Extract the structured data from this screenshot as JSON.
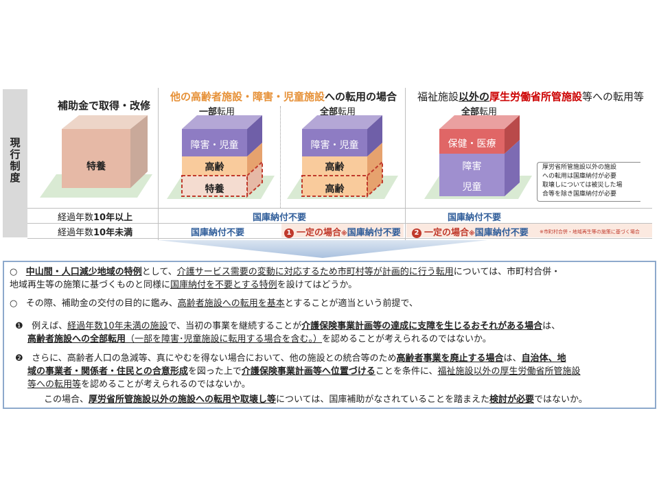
{
  "side_label": "現行制度",
  "headers": {
    "acquire": "補助金で取得・改修",
    "group1": [
      "他の高齢者施設・障害・児童施設",
      "への転用の場合"
    ],
    "group2": [
      "福祉施設",
      "以外の",
      "厚生労働省所管施設",
      "等への転用等"
    ],
    "partial": [
      "一部",
      "転用"
    ],
    "full1": [
      "全部",
      "転用"
    ],
    "full2": [
      "全部",
      "転用"
    ]
  },
  "blocks": {
    "tokuyo": "特養",
    "b1_top": "障害・児童",
    "b1_mid": "高齢",
    "b1_bot": "特養",
    "b2_top": "障害・児童",
    "b2_mid": "高齢",
    "b2_bot": "高齢",
    "b3_top": "保健・医療",
    "b3_mid": "障害",
    "b3_bot": "児童"
  },
  "note": [
    "厚労省所管施設以外の施設",
    "への転用は国庫納付が必要",
    "取壊しについては被災した場",
    "合等を除き国庫納付が必要"
  ],
  "rows": {
    "over10": [
      "経過年数",
      "10年以上"
    ],
    "under10": [
      "経過年数",
      "10年未満"
    ],
    "over10_g1": "国庫納付不要",
    "over10_g2": "国庫納付不要",
    "under10_c1": "国庫納付不要",
    "under10_c2_num": "1",
    "under10_c2": [
      "一定の場合",
      "※",
      "国庫納付不要"
    ],
    "under10_c3_num": "2",
    "under10_c3": [
      "一定の場合",
      "※",
      "国庫納付不要"
    ],
    "under10_c3_note": "※市町村合併・地域再生等の施策に基づく場合"
  },
  "proposal": {
    "p1": [
      "○",
      "中山間・人口減少地域の特例",
      "として、",
      "介護サービス需要の変動に対応するため市町村等が計画的に行う転用",
      "については、市町村合併・"
    ],
    "p1b": [
      "地域再生等の施策に基づくものと同様に",
      "国庫納付を不要とする特例",
      "を設けてはどうか。"
    ],
    "p2": [
      "○",
      "その際、補助金の交付の目的に鑑み、",
      "高齢者施設への転用を基本",
      "とすることが適当という前提で、"
    ],
    "p3": [
      "❶",
      "例えば、",
      "経過年数10年未満の施設",
      "で、当初の事業を継続することが",
      "介護保険事業計画等の達成に支障を生じるおそれがある場合",
      "は、"
    ],
    "p3b": [
      "高齢者施設への全部転用",
      "（一部を障害･児童施設に転用する場合を含む。）",
      "を認めることが考えられるのではないか。"
    ],
    "p4": [
      "❷",
      "さらに、",
      "高齢者人口の急減等、真にやむを得ない場合において、他の施設との統合等のため",
      "高齢者事業を廃止する場合",
      "は、",
      "自治体、地"
    ],
    "p4b": [
      "域の事業者・関係者・住民との合意形成",
      "を図った上で",
      "介護保険事業計画等へ位置づける",
      "ことを条件に、",
      "福祉施設以外の厚生労働省所管施設"
    ],
    "p4c": [
      "等への転用等",
      "を認めることが考えられるのではないか。"
    ],
    "p5": [
      "この場合、",
      "厚労省所管施設以外の施設への転用や取壊し等",
      "については、国庫補助がなされていることを踏まえた",
      "検討が必要",
      "ではないか。"
    ]
  },
  "colors": {
    "purple": "#8e7cc3",
    "orange": "#f9cb9c",
    "pink": "#e06666",
    "beige": "#e6b9a6",
    "ground": "#d9ead3",
    "red": "#c0392b",
    "blue": "#2e5c99",
    "border": "#8da9cc"
  }
}
